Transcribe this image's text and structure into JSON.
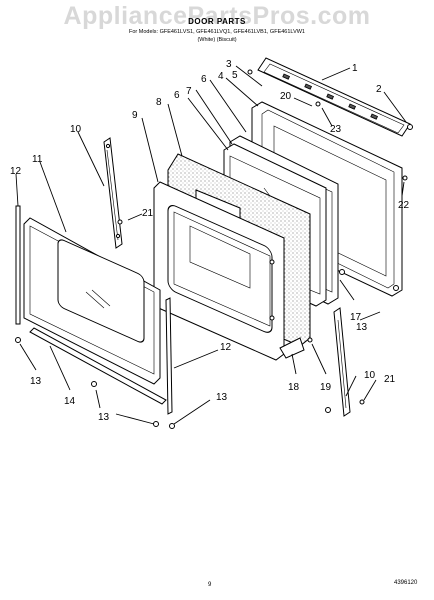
{
  "watermark": "AppliancePartsPros.com",
  "header": {
    "title": "DOOR PARTS",
    "models": "For Models: GFE461LVS1, GFE461LVQ1, GFE461LVB1, GFE461LVW1",
    "variants": "(White)         (Biscuit)"
  },
  "callouts": [
    "1",
    "2",
    "3",
    "4",
    "5",
    "6",
    "7",
    "8",
    "6",
    "9",
    "10",
    "11",
    "12",
    "21",
    "22",
    "20",
    "23",
    "17",
    "13",
    "12",
    "13",
    "14",
    "13",
    "18",
    "19",
    "13",
    "10",
    "21"
  ],
  "footer": {
    "page": "9",
    "doc_number": "4396120"
  }
}
